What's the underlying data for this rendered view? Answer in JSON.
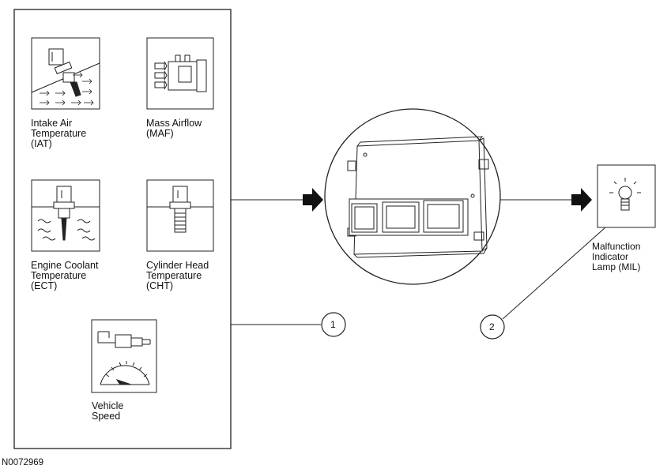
{
  "sensors": {
    "iat": [
      "Intake Air",
      "Temperature",
      "(IAT)"
    ],
    "maf": [
      "Mass Airflow",
      "(MAF)"
    ],
    "ect": [
      "Engine Coolant",
      "Temperature",
      "(ECT)"
    ],
    "cht": [
      "Cylinder Head",
      "Temperature",
      "(CHT)"
    ],
    "vss": [
      "Vehicle",
      "Speed"
    ]
  },
  "output": {
    "mil": [
      "Malfunction",
      "Indicator",
      "Lamp (MIL)"
    ]
  },
  "callouts": [
    "1",
    "2"
  ],
  "figure_ref": "N0072969"
}
